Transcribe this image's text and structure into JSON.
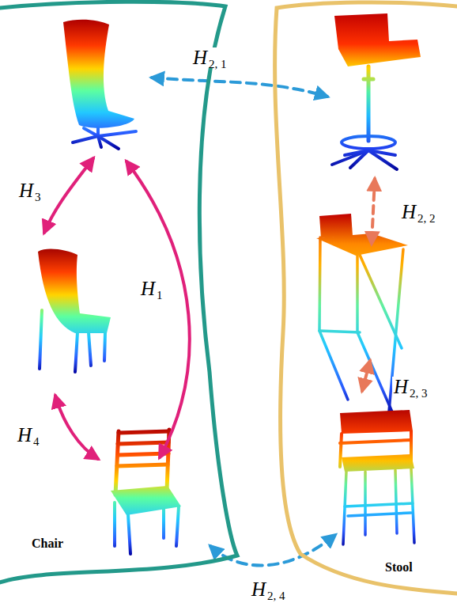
{
  "diagram": {
    "nodes": [
      {
        "text": [
          "Chair"
        ]
      },
      {
        "text": [
          "Stool"
        ]
      }
    ],
    "labels": [
      "H2, 1",
      "H3",
      "H2, 2",
      "H1",
      "H2, 3",
      "H4",
      "H2, 4"
    ]
  }
}
